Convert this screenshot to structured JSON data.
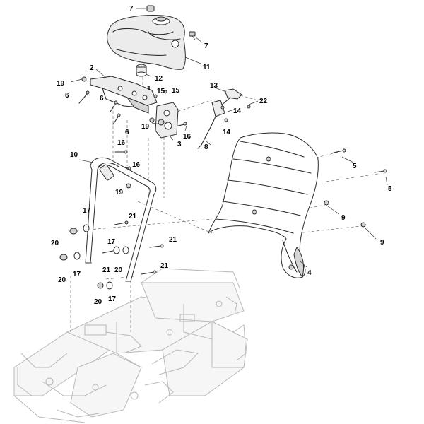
{
  "callouts": [
    {
      "id": "c7a",
      "text": "7"
    },
    {
      "id": "c7b",
      "text": "7"
    },
    {
      "id": "c11",
      "text": "11"
    },
    {
      "id": "c2",
      "text": "2"
    },
    {
      "id": "c12",
      "text": "12"
    },
    {
      "id": "c19a",
      "text": "19"
    },
    {
      "id": "c1",
      "text": "1"
    },
    {
      "id": "c6a",
      "text": "6"
    },
    {
      "id": "c6b",
      "text": "6"
    },
    {
      "id": "c15a",
      "text": "15"
    },
    {
      "id": "c15b",
      "text": "15"
    },
    {
      "id": "c13",
      "text": "13"
    },
    {
      "id": "c22",
      "text": "22"
    },
    {
      "id": "c14a",
      "text": "14"
    },
    {
      "id": "c14b",
      "text": "14"
    },
    {
      "id": "c19b",
      "text": "19"
    },
    {
      "id": "c16a",
      "text": "16"
    },
    {
      "id": "c3",
      "text": "3"
    },
    {
      "id": "c6c",
      "text": "6"
    },
    {
      "id": "c8",
      "text": "8"
    },
    {
      "id": "c10",
      "text": "10"
    },
    {
      "id": "c16b",
      "text": "16"
    },
    {
      "id": "c16c",
      "text": "16"
    },
    {
      "id": "c5a",
      "text": "5"
    },
    {
      "id": "c5b",
      "text": "5"
    },
    {
      "id": "c19c",
      "text": "19"
    },
    {
      "id": "c17a",
      "text": "17"
    },
    {
      "id": "c21a",
      "text": "21"
    },
    {
      "id": "c9a",
      "text": "9"
    },
    {
      "id": "c20a",
      "text": "20"
    },
    {
      "id": "c21b",
      "text": "21"
    },
    {
      "id": "c9b",
      "text": "9"
    },
    {
      "id": "c17b",
      "text": "17"
    },
    {
      "id": "c21c",
      "text": "21"
    },
    {
      "id": "c20b",
      "text": "20"
    },
    {
      "id": "c20c",
      "text": "20"
    },
    {
      "id": "c17c",
      "text": "17"
    },
    {
      "id": "c4",
      "text": "4"
    },
    {
      "id": "c21d",
      "text": "21"
    },
    {
      "id": "c20d",
      "text": "20"
    },
    {
      "id": "c17d",
      "text": "17"
    }
  ]
}
